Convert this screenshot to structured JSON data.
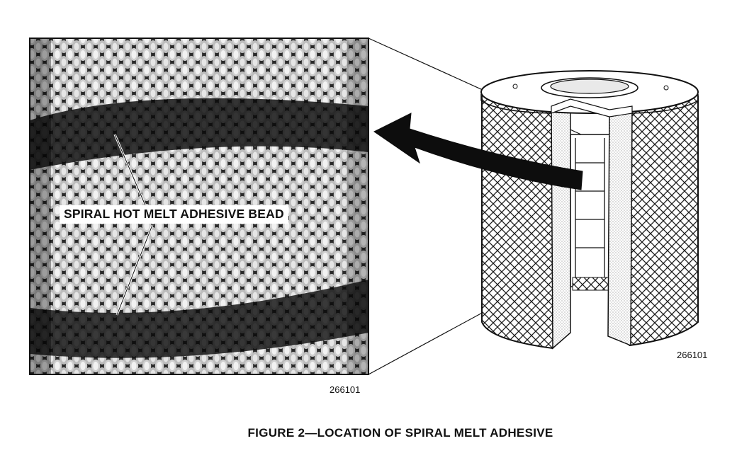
{
  "figure": {
    "callout_label": "SPIRAL HOT MELT ADHESIVE BEAD",
    "part_number_detail": "266101",
    "part_number_filter": "266101",
    "caption": "FIGURE 2—LOCATION OF SPIRAL MELT ADHESIVE"
  },
  "icons": {
    "arrow": "curved-arrow-icon",
    "filter": "cylindrical-filter-icon",
    "mesh": "mesh-closeup-icon"
  },
  "colors": {
    "ink": "#111111",
    "paper": "#ffffff"
  }
}
